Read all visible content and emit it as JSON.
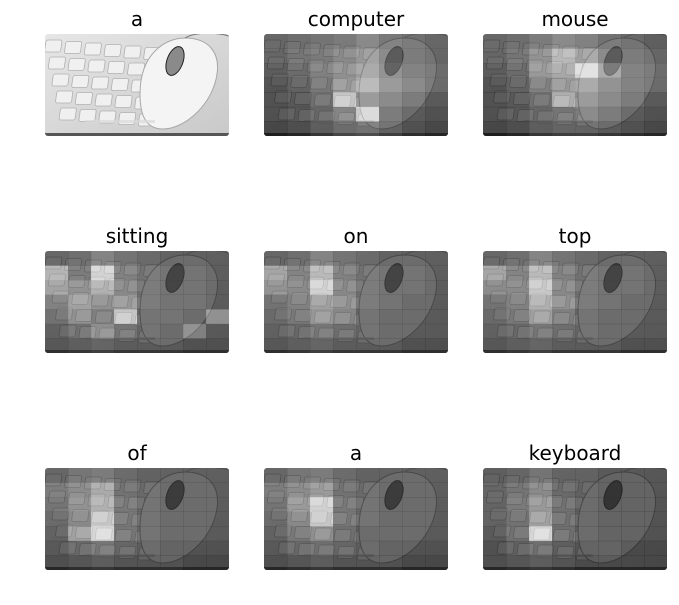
{
  "panels": [
    {
      "word": "a",
      "attention": "none"
    },
    {
      "word": "computer",
      "attention": [
        [
          0.2,
          0.25,
          0.3,
          0.35,
          0.45,
          0.35,
          0.3,
          0.25
        ],
        [
          0.2,
          0.3,
          0.35,
          0.45,
          0.55,
          0.4,
          0.3,
          0.25
        ],
        [
          0.15,
          0.25,
          0.4,
          0.5,
          0.6,
          0.45,
          0.35,
          0.3
        ],
        [
          0.1,
          0.2,
          0.35,
          0.55,
          0.7,
          0.5,
          0.4,
          0.3
        ],
        [
          0.1,
          0.15,
          0.3,
          0.85,
          0.5,
          0.4,
          0.3,
          0.2
        ],
        [
          0.1,
          0.15,
          0.25,
          0.45,
          0.9,
          0.3,
          0.2,
          0.15
        ],
        [
          0.05,
          0.1,
          0.2,
          0.3,
          0.35,
          0.25,
          0.15,
          0.1
        ]
      ]
    },
    {
      "word": "mouse",
      "attention": [
        [
          0.2,
          0.25,
          0.35,
          0.45,
          0.4,
          0.3,
          0.25,
          0.2
        ],
        [
          0.2,
          0.3,
          0.5,
          0.75,
          0.6,
          0.4,
          0.3,
          0.25
        ],
        [
          0.15,
          0.25,
          0.55,
          0.65,
          0.95,
          0.6,
          0.35,
          0.3
        ],
        [
          0.1,
          0.2,
          0.4,
          0.55,
          0.6,
          0.45,
          0.35,
          0.3
        ],
        [
          0.1,
          0.15,
          0.3,
          0.7,
          0.5,
          0.4,
          0.3,
          0.2
        ],
        [
          0.1,
          0.15,
          0.25,
          0.35,
          0.4,
          0.3,
          0.2,
          0.15
        ],
        [
          0.05,
          0.1,
          0.2,
          0.25,
          0.25,
          0.2,
          0.15,
          0.1
        ]
      ]
    },
    {
      "word": "sitting",
      "attention": [
        [
          0.2,
          0.25,
          0.4,
          0.3,
          0.25,
          0.2,
          0.2,
          0.2
        ],
        [
          0.7,
          0.35,
          0.9,
          0.4,
          0.3,
          0.25,
          0.25,
          0.2
        ],
        [
          0.6,
          0.5,
          0.7,
          0.45,
          0.3,
          0.25,
          0.25,
          0.2
        ],
        [
          0.4,
          0.6,
          0.5,
          0.55,
          0.3,
          0.25,
          0.25,
          0.2
        ],
        [
          0.3,
          0.5,
          0.4,
          0.85,
          0.25,
          0.25,
          0.2,
          0.55
        ],
        [
          0.2,
          0.3,
          0.5,
          0.35,
          0.25,
          0.2,
          0.45,
          0.2
        ],
        [
          0.15,
          0.2,
          0.25,
          0.2,
          0.2,
          0.2,
          0.15,
          0.15
        ]
      ]
    },
    {
      "word": "on",
      "attention": [
        [
          0.2,
          0.25,
          0.4,
          0.3,
          0.25,
          0.2,
          0.2,
          0.2
        ],
        [
          0.6,
          0.4,
          0.75,
          0.4,
          0.3,
          0.25,
          0.25,
          0.2
        ],
        [
          0.5,
          0.45,
          0.9,
          0.45,
          0.3,
          0.25,
          0.25,
          0.2
        ],
        [
          0.3,
          0.4,
          0.6,
          0.5,
          0.3,
          0.25,
          0.2,
          0.2
        ],
        [
          0.25,
          0.35,
          0.55,
          0.45,
          0.25,
          0.2,
          0.2,
          0.2
        ],
        [
          0.2,
          0.25,
          0.35,
          0.3,
          0.25,
          0.2,
          0.2,
          0.2
        ],
        [
          0.15,
          0.2,
          0.25,
          0.2,
          0.2,
          0.2,
          0.15,
          0.15
        ]
      ]
    },
    {
      "word": "top",
      "attention": [
        [
          0.2,
          0.25,
          0.4,
          0.3,
          0.25,
          0.2,
          0.2,
          0.2
        ],
        [
          0.6,
          0.4,
          0.75,
          0.4,
          0.3,
          0.25,
          0.25,
          0.2
        ],
        [
          0.45,
          0.45,
          0.85,
          0.45,
          0.3,
          0.25,
          0.25,
          0.2
        ],
        [
          0.3,
          0.4,
          0.7,
          0.5,
          0.3,
          0.25,
          0.2,
          0.2
        ],
        [
          0.25,
          0.35,
          0.6,
          0.4,
          0.25,
          0.2,
          0.2,
          0.2
        ],
        [
          0.2,
          0.25,
          0.35,
          0.3,
          0.25,
          0.2,
          0.2,
          0.2
        ],
        [
          0.15,
          0.2,
          0.25,
          0.2,
          0.2,
          0.2,
          0.15,
          0.15
        ]
      ]
    },
    {
      "word": "of",
      "attention": [
        [
          0.2,
          0.3,
          0.35,
          0.25,
          0.2,
          0.2,
          0.2,
          0.2
        ],
        [
          0.35,
          0.45,
          0.65,
          0.3,
          0.25,
          0.2,
          0.2,
          0.2
        ],
        [
          0.3,
          0.5,
          0.7,
          0.35,
          0.25,
          0.2,
          0.2,
          0.2
        ],
        [
          0.25,
          0.45,
          0.85,
          0.35,
          0.25,
          0.2,
          0.2,
          0.2
        ],
        [
          0.2,
          0.6,
          0.95,
          0.35,
          0.25,
          0.2,
          0.2,
          0.2
        ],
        [
          0.15,
          0.25,
          0.35,
          0.25,
          0.2,
          0.15,
          0.15,
          0.15
        ],
        [
          0.1,
          0.15,
          0.2,
          0.15,
          0.15,
          0.15,
          0.1,
          0.1
        ]
      ]
    },
    {
      "word": "a",
      "attention": [
        [
          0.2,
          0.3,
          0.35,
          0.25,
          0.2,
          0.2,
          0.2,
          0.2
        ],
        [
          0.35,
          0.45,
          0.55,
          0.3,
          0.25,
          0.2,
          0.2,
          0.2
        ],
        [
          0.3,
          0.55,
          0.9,
          0.35,
          0.25,
          0.2,
          0.2,
          0.2
        ],
        [
          0.25,
          0.45,
          0.85,
          0.35,
          0.25,
          0.2,
          0.2,
          0.2
        ],
        [
          0.2,
          0.35,
          0.5,
          0.3,
          0.2,
          0.2,
          0.2,
          0.2
        ],
        [
          0.15,
          0.25,
          0.3,
          0.25,
          0.2,
          0.15,
          0.15,
          0.15
        ],
        [
          0.1,
          0.15,
          0.2,
          0.15,
          0.15,
          0.15,
          0.1,
          0.1
        ]
      ]
    },
    {
      "word": "keyboard",
      "attention": [
        [
          0.15,
          0.2,
          0.3,
          0.2,
          0.2,
          0.15,
          0.15,
          0.15
        ],
        [
          0.2,
          0.3,
          0.45,
          0.25,
          0.2,
          0.15,
          0.15,
          0.15
        ],
        [
          0.2,
          0.35,
          0.55,
          0.3,
          0.2,
          0.15,
          0.15,
          0.15
        ],
        [
          0.2,
          0.3,
          0.6,
          0.3,
          0.2,
          0.15,
          0.15,
          0.15
        ],
        [
          0.15,
          0.3,
          0.95,
          0.3,
          0.2,
          0.15,
          0.15,
          0.15
        ],
        [
          0.1,
          0.2,
          0.3,
          0.2,
          0.15,
          0.15,
          0.1,
          0.1
        ],
        [
          0.1,
          0.15,
          0.2,
          0.15,
          0.1,
          0.1,
          0.1,
          0.1
        ]
      ]
    }
  ]
}
